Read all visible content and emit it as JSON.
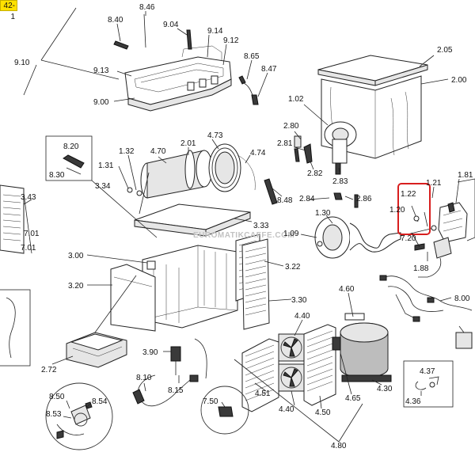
{
  "figure_ref": "42-1",
  "watermark": "EUROMATIKCAFFE.COM",
  "highlight_color": "#d81e1e",
  "badge_color": "#ffe100",
  "labels": {
    "l_840": "8.40",
    "l_846": "8.46",
    "l_904": "9.04",
    "l_914": "9.14",
    "l_912": "9.12",
    "l_910": "9.10",
    "l_913": "9.13",
    "l_900": "9.00",
    "l_865": "8.65",
    "l_847": "8.47",
    "l_205": "2.05",
    "l_200": "2.00",
    "l_102": "1.02",
    "l_280": "2.80",
    "l_281": "2.81",
    "l_282": "2.82",
    "l_283": "2.83",
    "l_820": "8.20",
    "l_830": "8.30",
    "l_132": "1.32",
    "l_470": "4.70",
    "l_201": "2.01",
    "l_473": "4.73",
    "l_474": "4.74",
    "l_131": "1.31",
    "l_334": "3.34",
    "l_848": "8.48",
    "l_284": "2.84",
    "l_286": "2.86",
    "l_343": "3.43",
    "l_701a": "7.01",
    "l_701b": "7.01",
    "l_333": "3.33",
    "l_300": "3.00",
    "l_320": "3.20",
    "l_322": "3.22",
    "l_330": "3.30",
    "l_181": "1.81",
    "l_121": "1.21",
    "l_122": "1.22",
    "l_120": "1.20",
    "l_130": "1.30",
    "l_109": "1.09",
    "l_720": "7.20",
    "l_188": "1.88",
    "l_800": "8.00",
    "l_460": "4.60",
    "l_440": "4.40",
    "l_390": "3.90",
    "l_272": "2.72",
    "l_810": "8.10",
    "l_815": "8.15",
    "l_451": "4.51",
    "l_440b": "4.40",
    "l_450": "4.50",
    "l_465": "4.65",
    "l_430": "4.30",
    "l_437": "4.37",
    "l_436": "4.36",
    "l_850": "8.50",
    "l_854": "8.54",
    "l_853": "8.53",
    "l_750": "7.50",
    "l_480": "4.80"
  }
}
